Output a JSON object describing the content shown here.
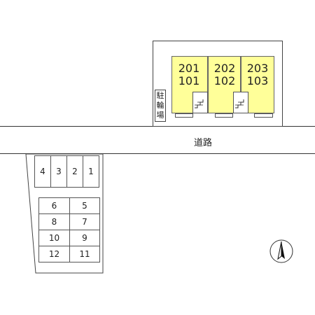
{
  "road": {
    "label": "道路"
  },
  "parking_sign": {
    "label": "駐輪場"
  },
  "units": [
    {
      "upper": "201",
      "lower": "101"
    },
    {
      "upper": "202",
      "lower": "102"
    },
    {
      "upper": "203",
      "lower": "103"
    }
  ],
  "parking": {
    "top_row": [
      "4",
      "3",
      "2",
      "1"
    ],
    "rows": [
      [
        "6",
        "5"
      ],
      [
        "8",
        "7"
      ],
      [
        "10",
        "9"
      ],
      [
        "12",
        "11"
      ]
    ]
  },
  "compass": {
    "icon": "north-arrow-icon"
  },
  "colors": {
    "building": "#ffff99",
    "lines": "#333333"
  }
}
